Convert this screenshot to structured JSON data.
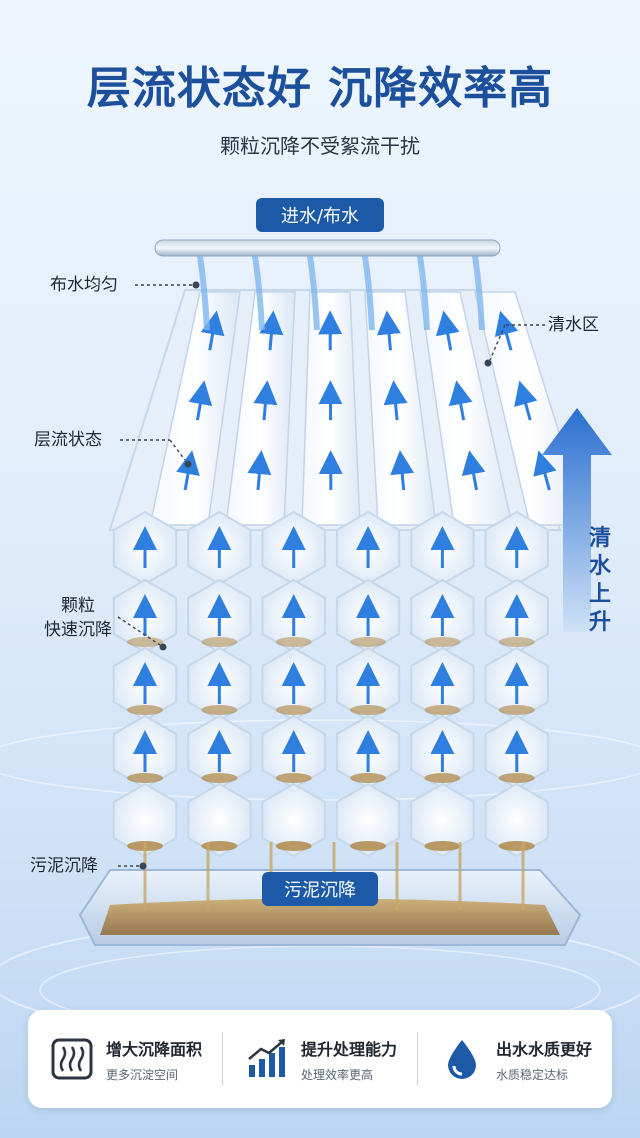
{
  "header": {
    "title": "层流状态好 沉降效率高",
    "subtitle": "颗粒沉降不受絮流干扰"
  },
  "badges": {
    "inlet": "进水/布水",
    "sludge": "污泥沉降"
  },
  "callouts": {
    "even_distribution": "布水均匀",
    "clear_zone": "清水区",
    "laminar": "层流状态",
    "particles_line1": "颗粒",
    "particles_line2": "快速沉降",
    "sludge": "污泥沉降"
  },
  "arrow_label": [
    "清",
    "水",
    "上",
    "升"
  ],
  "features": [
    {
      "icon": "waves-box-icon",
      "title": "增大沉降面积",
      "sub": "更多沉淀空间"
    },
    {
      "icon": "bar-chart-up-icon",
      "title": "提升处理能力",
      "sub": "处理效率更高"
    },
    {
      "icon": "water-drop-icon",
      "title": "出水水质更好",
      "sub": "水质稳定达标"
    }
  ],
  "colors": {
    "brand_blue": "#1c5aa8",
    "title_blue": "#1c4f9c",
    "sludge_brown": "#b08a4a"
  }
}
